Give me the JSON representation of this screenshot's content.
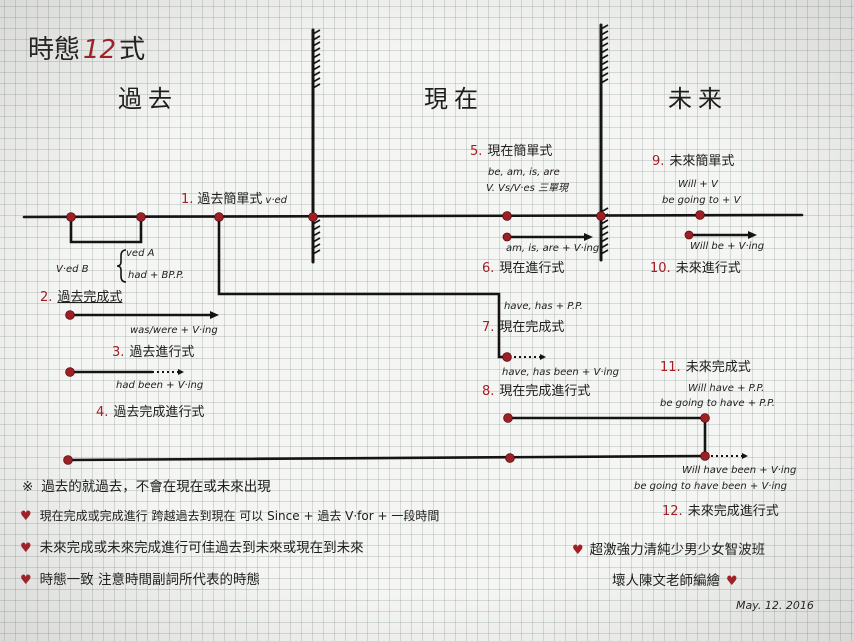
{
  "title": {
    "text": "時態",
    "num": "12",
    "suffix": "式"
  },
  "eras": {
    "past": "過去",
    "present": "現在",
    "future": "未来"
  },
  "tenses": [
    {
      "num": "1.",
      "name": "過去簡單式",
      "formula": "v·ed"
    },
    {
      "num": "2.",
      "name": "過去完成式"
    },
    {
      "num": "3.",
      "name": "過去進行式"
    },
    {
      "num": "4.",
      "name": "過去完成進行式"
    },
    {
      "num": "5.",
      "name": "現在簡單式"
    },
    {
      "num": "6.",
      "name": "現在進行式"
    },
    {
      "num": "7.",
      "name": "現在完成式"
    },
    {
      "num": "8.",
      "name": "現在完成進行式"
    },
    {
      "num": "9.",
      "name": "未來簡單式"
    },
    {
      "num": "10.",
      "name": "未來進行式"
    },
    {
      "num": "11.",
      "name": "未來完成式"
    },
    {
      "num": "12.",
      "name": "未來完成進行式"
    }
  ],
  "formulas": {
    "ved_a": "ved A",
    "ved_b": "V·ed B",
    "had_bpp": "had + BP.P.",
    "was_were": "was/were + V·ing",
    "had_been": "had been + V·ing",
    "be_am": "be, am, is, are",
    "vs_ves": "V. Vs/V·es 三單現",
    "am_is_are": "am, is, are + V·ing",
    "have_has_pp": "have, has + P.P.",
    "have_has_been": "have, has been + V·ing",
    "will_v": "Will + V",
    "going_to_v": "be going to + V",
    "will_be": "Will be + V·ing",
    "will_have": "Will have + P.P.",
    "going_have": "be going to have + P.P.",
    "will_have_been": "Will have been + V·ing",
    "going_have_been": "be going to have been + V·ing"
  },
  "notes": [
    {
      "marker": "※",
      "text": "過去的就過去，不會在現在或未來出現"
    },
    {
      "marker": "♥",
      "text": "現在完成或完成進行 跨越過去到現在 可以 Since + 過去 V·for + 一段時間"
    },
    {
      "marker": "♥",
      "text": "未來完成或未來完成進行可佳過去到未來或現在到未來"
    },
    {
      "marker": "♥",
      "text": "時態一致 注意時間副詞所代表的時態"
    }
  ],
  "credit": {
    "marker": "♥",
    "line1": "超激強力清純少男少女智波班",
    "line2": "壞人陳文老師編繪",
    "date": "May. 12. 2016",
    "end": "♥"
  }
}
